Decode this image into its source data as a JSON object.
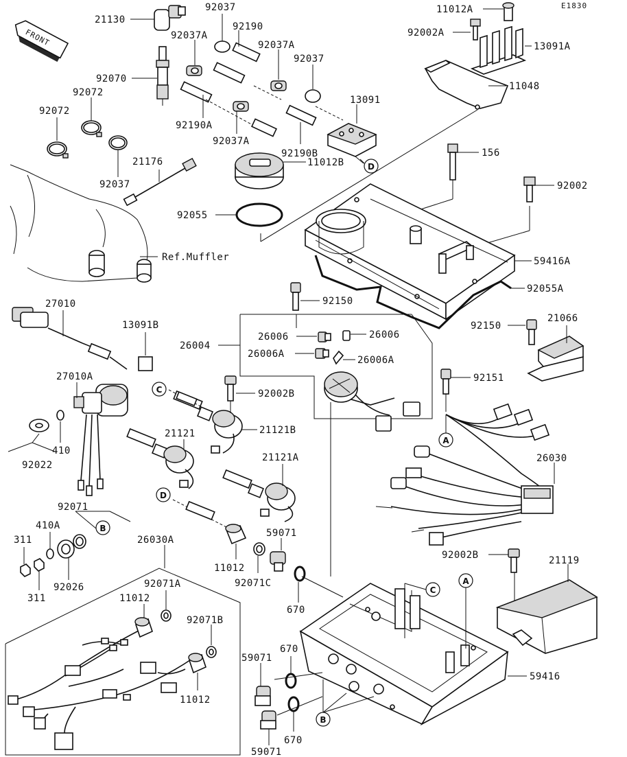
{
  "diagram_code": "E1830",
  "front_label": "FRONT",
  "ref_label": "Ref.Muffler",
  "callouts": {
    "21130": "21130",
    "92037_top": "92037",
    "92037A_l": "92037A",
    "92190": "92190",
    "92037A_r": "92037A",
    "92037_r": "92037",
    "92070": "92070",
    "92072_a": "92072",
    "92072_b": "92072",
    "13091": "13091",
    "92190A": "92190A",
    "92037A_b": "92037A",
    "92190B": "92190B",
    "92037_b": "92037",
    "21176": "21176",
    "11012B": "11012B",
    "92055": "92055",
    "11012A": "11012A",
    "92002A": "92002A",
    "13091A": "13091A",
    "11048": "11048",
    "156": "156",
    "92002": "92002",
    "59416A": "59416A",
    "92055A": "92055A",
    "92150_a": "92150",
    "92150_b": "92150",
    "21066": "21066",
    "27010": "27010",
    "13091B": "13091B",
    "26004": "26004",
    "26006_l": "26006",
    "26006_r": "26006",
    "26006A_l": "26006A",
    "26006A_r": "26006A",
    "92151": "92151",
    "27010A": "27010A",
    "92002B_a": "92002B",
    "21121B": "21121B",
    "21121": "21121",
    "410": "410",
    "92022": "92022",
    "21121A": "21121A",
    "26030": "26030",
    "92071": "92071",
    "410A": "410A",
    "311_a": "311",
    "311_b": "311",
    "92026": "92026",
    "26030A": "26030A",
    "59071_a": "59071",
    "11012_a": "11012",
    "92071C": "92071C",
    "92002B_b": "92002B",
    "21119": "21119",
    "92071A": "92071A",
    "11012_b": "11012",
    "92071B": "92071B",
    "670_a": "670",
    "670_b": "670",
    "670_c": "670",
    "59416": "59416",
    "59071_b": "59071",
    "59071_c": "59071",
    "11012_c": "11012"
  },
  "markers": {
    "A_1": "A",
    "A_2": "A",
    "B_1": "B",
    "B_2": "B",
    "C_1": "C",
    "C_2": "C",
    "D_1": "D",
    "D_2": "D"
  }
}
